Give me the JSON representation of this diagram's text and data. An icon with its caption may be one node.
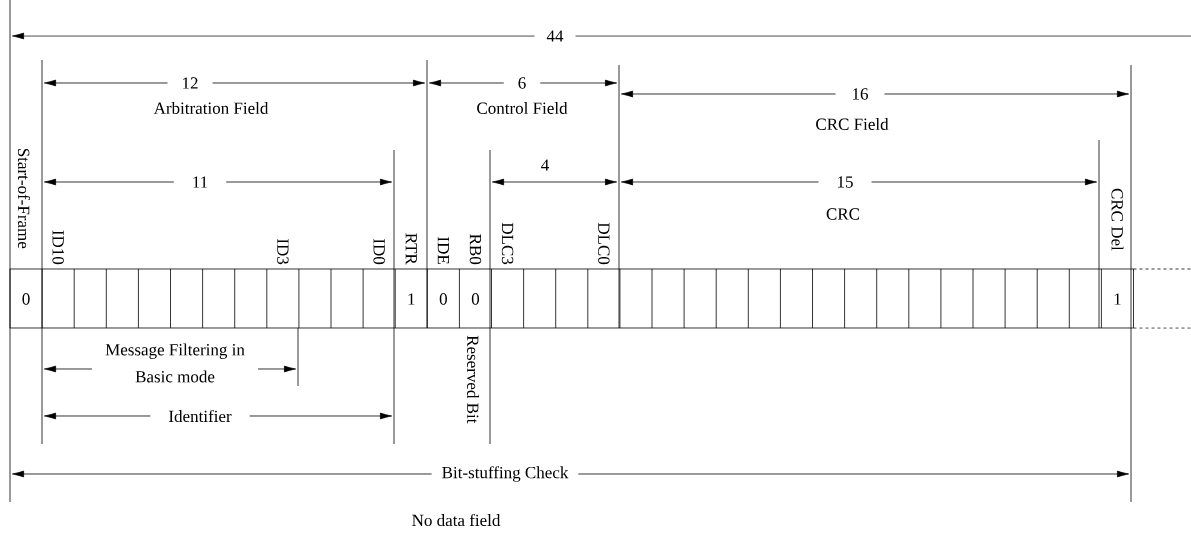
{
  "diagram": {
    "caption": "No data field",
    "labels": [
      "44",
      "12",
      "6",
      "Arbitration Field",
      "Control Field",
      "16",
      "CRC Field",
      "Start-of-Frame",
      "11",
      "4",
      "15",
      "CRC",
      "ID10",
      "ID3",
      "ID0",
      "RTR",
      "IDE",
      "RB0",
      "DLC3",
      "DLC0",
      "CRC Del",
      "0",
      "1",
      "0",
      "0",
      "1",
      "Message Filtering in Basic mode",
      "Reserved Bit",
      "Identifier",
      "Bit-stuffing Check"
    ]
  }
}
